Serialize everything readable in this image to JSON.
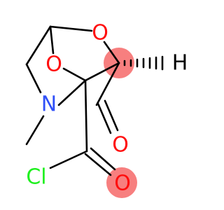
{
  "molecule": {
    "atoms": {
      "o_top": {
        "symbol": "O",
        "color": "#ff0d0d"
      },
      "o_left": {
        "symbol": "O",
        "color": "#ff0d0d"
      },
      "n": {
        "symbol": "N",
        "color": "#3050f8"
      },
      "o_ketone": {
        "symbol": "O",
        "color": "#ff0d0d"
      },
      "o_acyl": {
        "symbol": "O",
        "color": "#ff0d0d"
      },
      "cl": {
        "symbol": "Cl",
        "color": "#1ff01f"
      },
      "h": {
        "symbol": "H",
        "color": "#000000"
      }
    },
    "highlight_color": "#f77f7f",
    "bond_color": "#000000"
  }
}
